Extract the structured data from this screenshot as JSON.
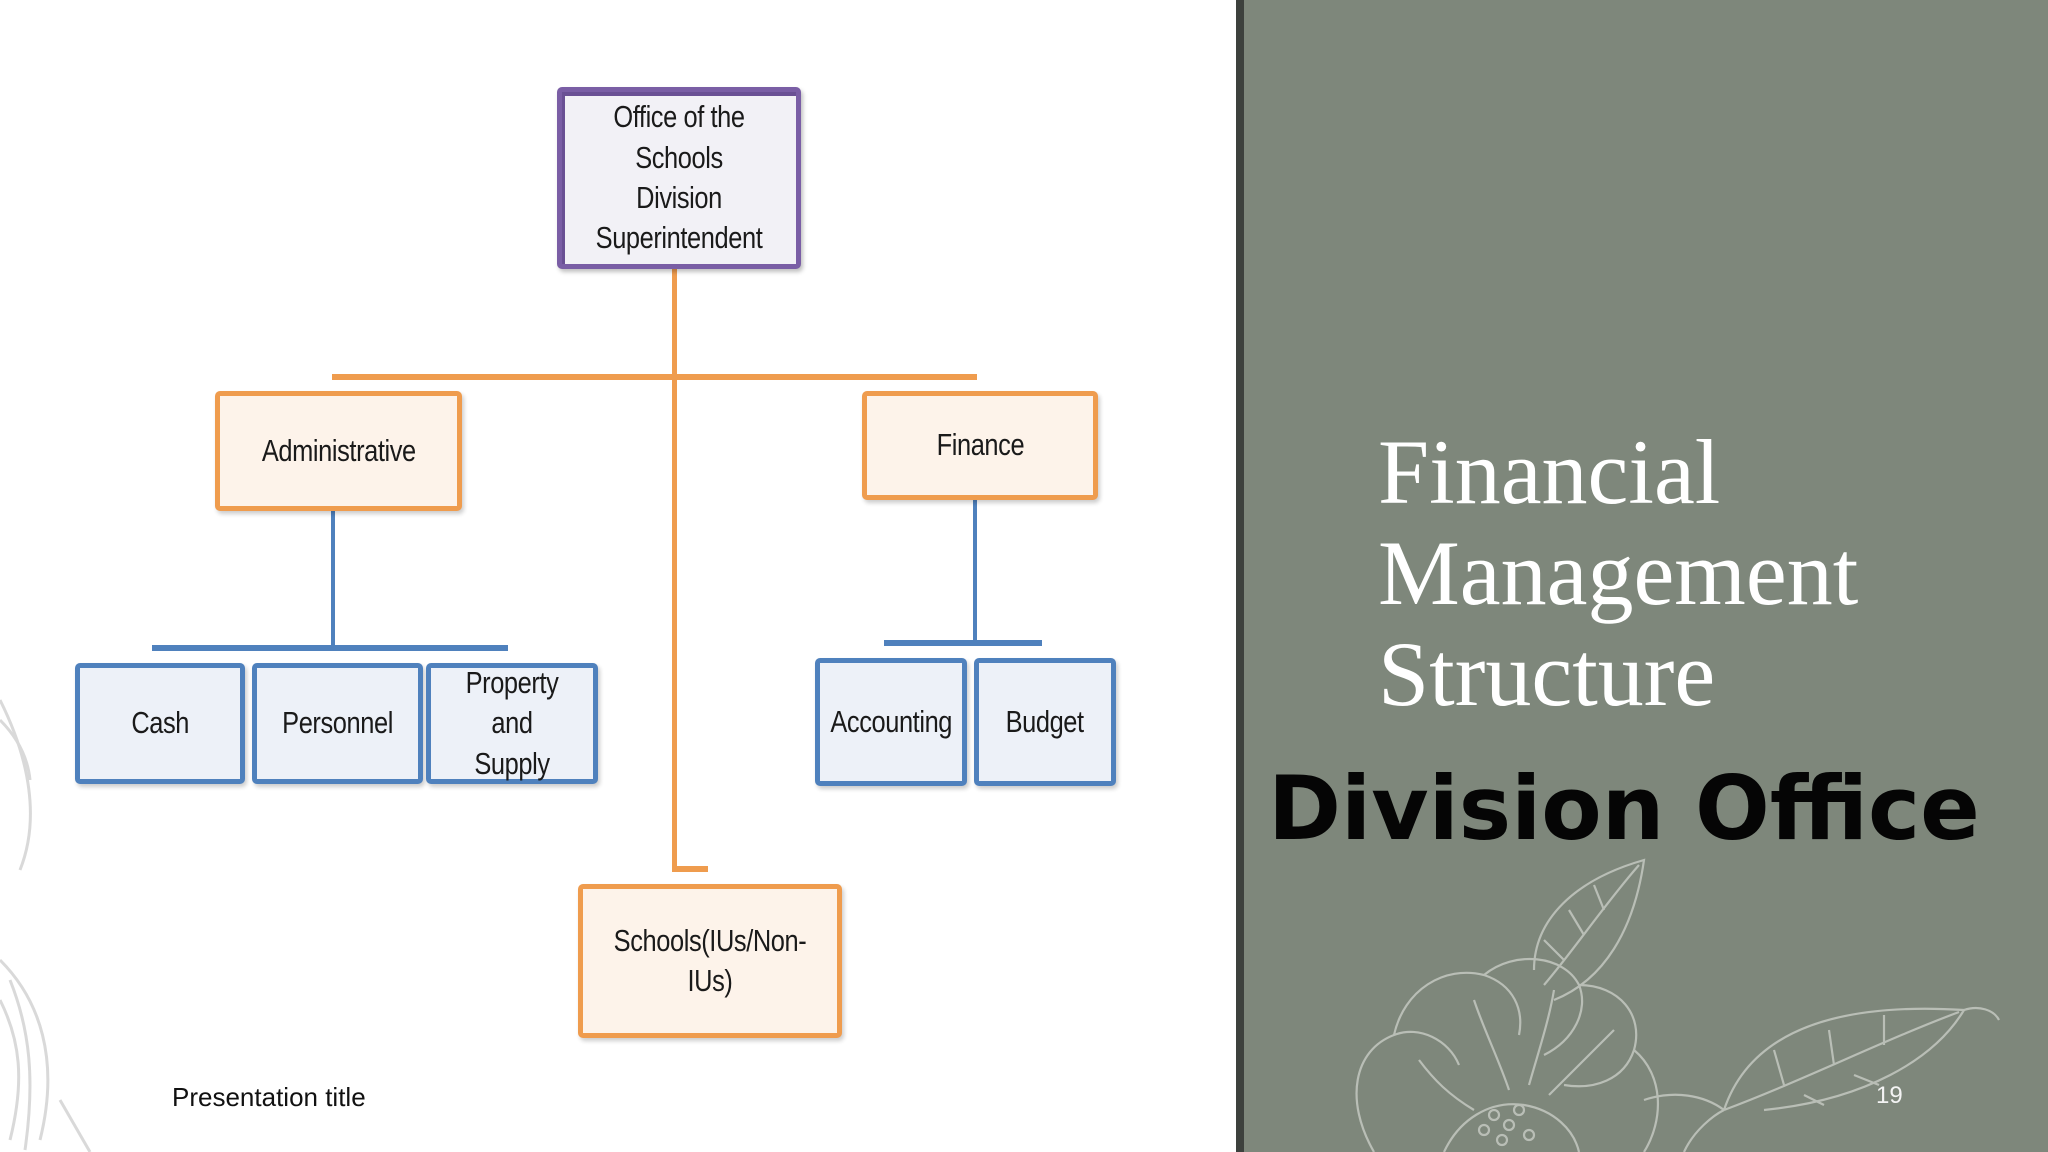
{
  "slide": {
    "title": "Financial\nManagement\nStructure",
    "subtitle": "Division Office",
    "footer_title": "Presentation title",
    "page_number": "19"
  },
  "org_chart": {
    "root": "Office of the Schools\nDivision Superintendent",
    "administrative": {
      "label": "Administrative",
      "children": [
        "Cash",
        "Personnel",
        "Property and\nSupply"
      ]
    },
    "finance": {
      "label": "Finance",
      "children": [
        "Accounting",
        "Budget"
      ]
    },
    "schools": "Schools(IUs/Non-IUs)"
  },
  "colors": {
    "right_panel": "#7e877b",
    "divider": "#3d413d",
    "root_border": "#7a5ea5",
    "orange_border": "#ef9c4e",
    "blue_border": "#4f81bd"
  }
}
